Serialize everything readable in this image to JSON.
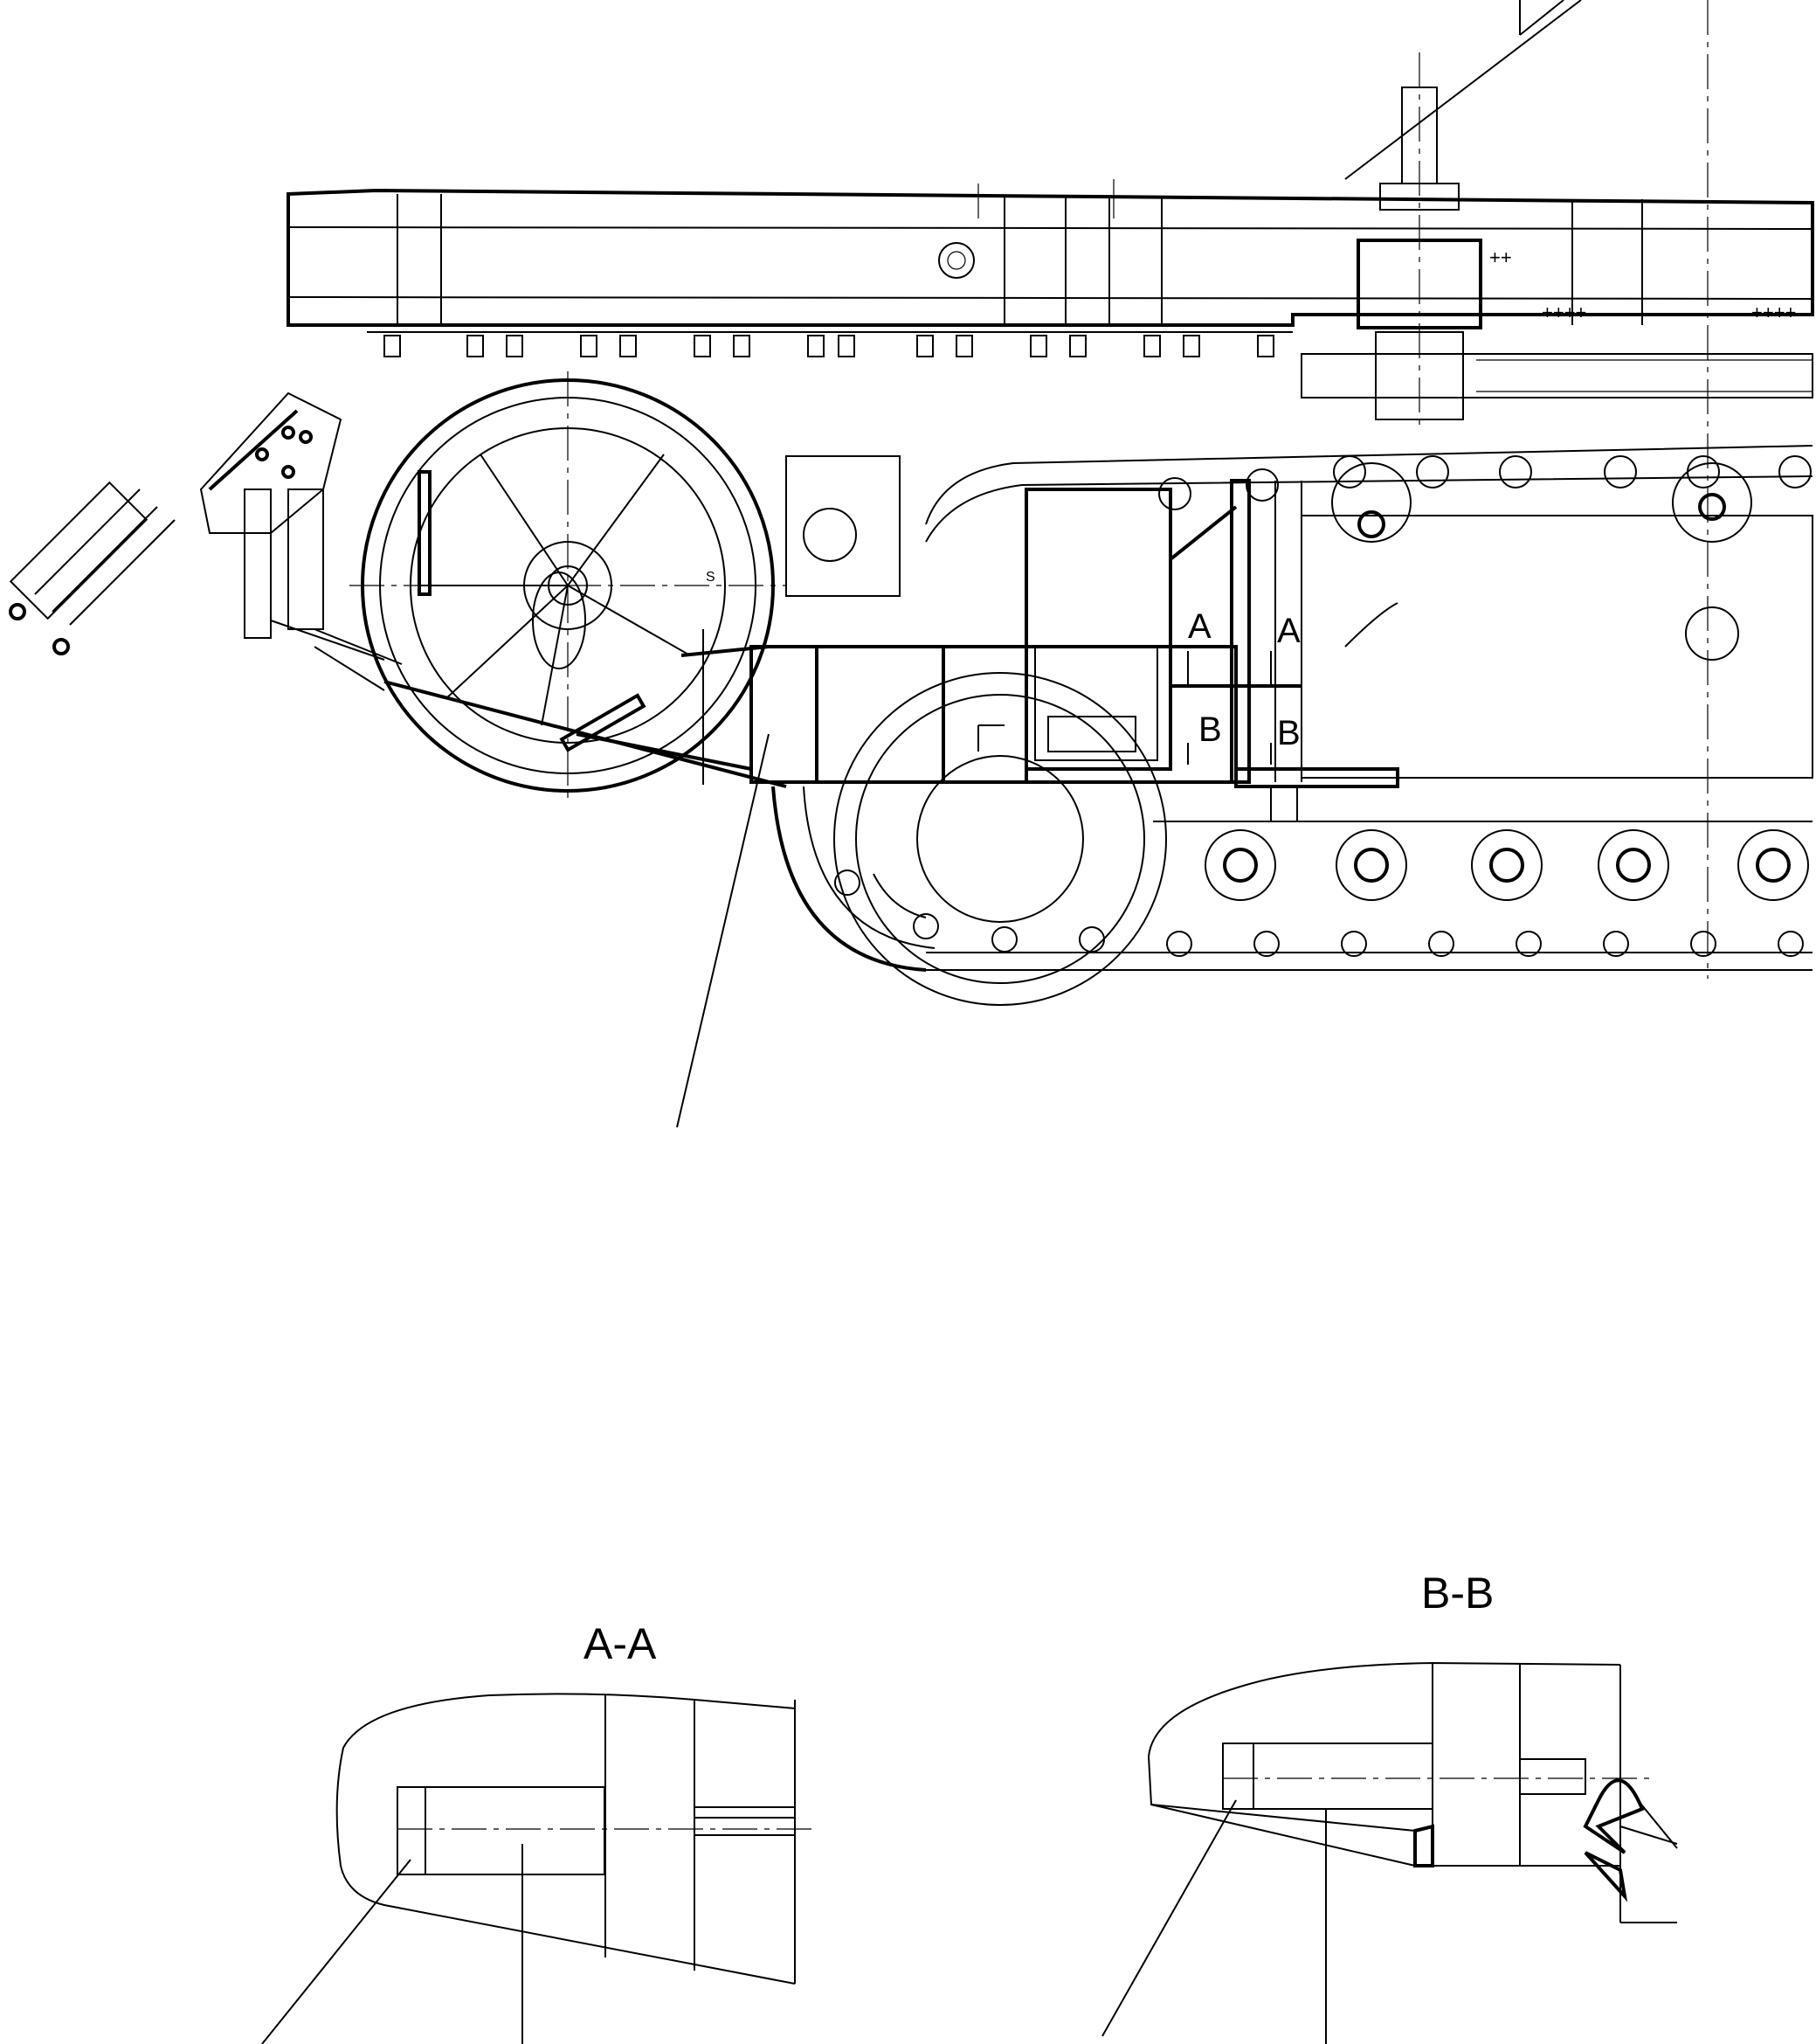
{
  "labels": {
    "section_a_marker": "A",
    "section_b_marker": "B",
    "section_aa_title": "A-A",
    "section_bb_title": "B-B",
    "small_s": "S"
  }
}
